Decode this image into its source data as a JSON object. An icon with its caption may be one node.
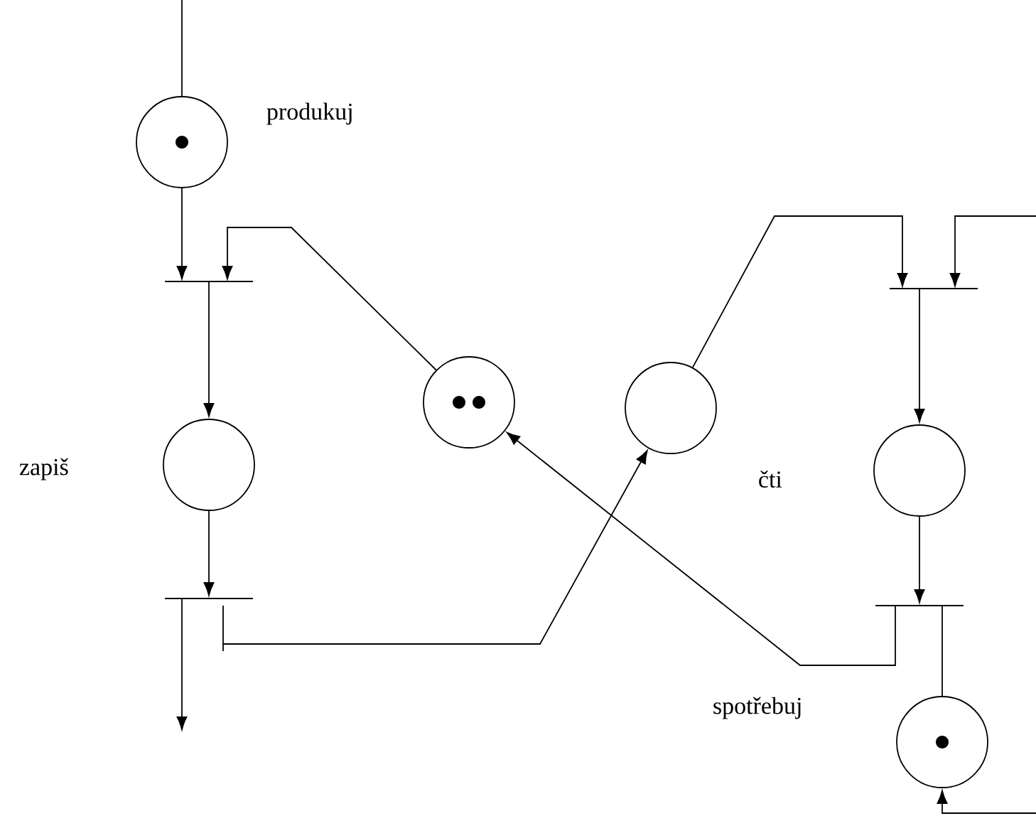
{
  "diagram": {
    "nodes": [
      {
        "text": [],
        "shape": "circle",
        "beside": [
          "produkuj"
        ]
      },
      {
        "text": [],
        "shape": "bar"
      },
      {
        "text": [],
        "shape": "bar"
      },
      {
        "text": [],
        "shape": "circle",
        "beside": [
          "zapiš"
        ]
      },
      {
        "text": [],
        "shape": "circle"
      },
      {
        "text": [],
        "shape": "circle"
      },
      {
        "text": [],
        "shape": "circle"
      },
      {
        "text": [],
        "shape": "bar"
      },
      {
        "text": [],
        "shape": "bar"
      },
      {
        "text": [],
        "shape": "circle",
        "beside": [
          "spotřebuj"
        ]
      }
    ],
    "edges": [
      {
        "from": null,
        "to": 0,
        "arrow": "none"
      },
      {
        "from": 0,
        "to": 1,
        "arrow": "to"
      },
      {
        "from": 4,
        "to": 1,
        "arrow": "to"
      },
      {
        "from": 1,
        "to": 3,
        "arrow": "to"
      },
      {
        "from": 3,
        "to": 7,
        "arrow": "to"
      },
      {
        "from": 7,
        "to": null,
        "arrow": "to"
      },
      {
        "from": 7,
        "to": 5,
        "arrow": "to"
      },
      {
        "from": 5,
        "to": 2,
        "arrow": "to"
      },
      {
        "from": null,
        "to": 2,
        "arrow": "to"
      },
      {
        "from": 2,
        "to": 6,
        "arrow": "to"
      },
      {
        "from": 6,
        "to": 8,
        "arrow": "to"
      },
      {
        "from": 8,
        "to": 4,
        "arrow": "to"
      },
      {
        "from": 8,
        "to": 9,
        "arrow": "none"
      },
      {
        "from": null,
        "to": 9,
        "arrow": "to"
      }
    ],
    "labels": [
      "čti"
    ]
  }
}
